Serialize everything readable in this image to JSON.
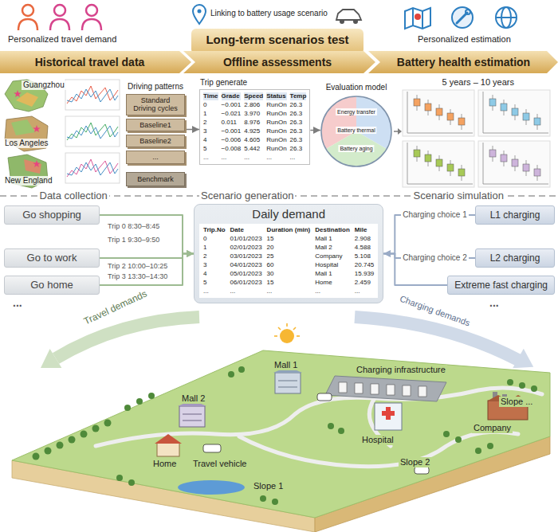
{
  "diagram": {
    "nodes": [
      {
        "text": [
          "Historical travel data"
        ]
      },
      {
        "text": [
          "Long-term scenarios test",
          "Offline assessments"
        ]
      },
      {
        "text": [
          "Battery health estimation"
        ]
      },
      {
        "text": [
          "Driving patterns",
          "Standard Driving cycles",
          "Baseline1",
          "Baseline2",
          "..."
        ]
      },
      {
        "text": [
          "Benchmark"
        ]
      },
      {
        "text": [
          "Trip generate",
          "Time",
          "Grade",
          "Speed",
          "Status",
          "Temp",
          "0",
          "−0.001",
          "2.806",
          "RunOn",
          "26.3",
          "1",
          "−0.021",
          "3.970",
          "RunOn",
          "26.3",
          "2",
          "0.011",
          "8.976",
          "RunOn",
          "26.3",
          "3",
          "−0.001",
          "4.925",
          "RunOn",
          "26.3",
          "4",
          "−0.006",
          "4.605",
          "RunOn",
          "26.3",
          "5",
          "−0.008",
          "5.442",
          "RunOn",
          "26.3",
          "...",
          "...",
          "...",
          "...",
          "..."
        ]
      },
      {
        "text": [
          "Evaluation model",
          "Energy transfer",
          "Battery thermal",
          "Battery aging"
        ]
      },
      {
        "text": [
          "Go shopping"
        ]
      },
      {
        "text": [
          "Go to work"
        ]
      },
      {
        "text": [
          "Go home"
        ]
      },
      {
        "text": [
          "Daily demand",
          "Trip.No",
          "Date",
          "Duration (min)",
          "Destination",
          "Mile",
          "0",
          "01/01/2023",
          "15",
          "Mall 1",
          "2.908",
          "1",
          "02/01/2023",
          "20",
          "Mall 2",
          "4.588",
          "2",
          "03/01/2023",
          "25",
          "Company",
          "5.108",
          "3",
          "04/01/2023",
          "60",
          "Hospital",
          "20.745",
          "4",
          "05/01/2023",
          "30",
          "Mall 1",
          "15.939",
          "5",
          "06/01/2023",
          "15",
          "Home",
          "2.459",
          "...",
          "...",
          "...",
          "...",
          "..."
        ]
      },
      {
        "text": [
          "L1 charging"
        ]
      },
      {
        "text": [
          "L2 charging"
        ]
      },
      {
        "text": [
          "Extreme fast charging"
        ]
      }
    ],
    "edges": [
      {
        "from": 3,
        "to": 5,
        "arrow": "to"
      },
      {
        "from": 5,
        "to": 6,
        "arrow": "to"
      },
      {
        "from": 7,
        "to": 10,
        "arrow": "to"
      },
      {
        "from": 8,
        "to": 10,
        "arrow": "to"
      },
      {
        "from": 9,
        "to": 10,
        "arrow": "to"
      },
      {
        "from": 11,
        "to": 10,
        "label": "Charging choice 1",
        "arrow": "to"
      },
      {
        "from": 12,
        "to": 10,
        "label": "Charging choice 2",
        "arrow": "to"
      },
      {
        "from": 13,
        "to": 10,
        "arrow": "to"
      }
    ],
    "labels": [
      "Personalized travel demand",
      "Linking to battery usage scenario",
      "Personalized estimation",
      "Guangzhou",
      "Los Angeles",
      "New England",
      "5 years – 10 years",
      "Data collection",
      "Scenario generation",
      "Scenario simulation",
      "Trip 0 8:30–8:45",
      "Trip 1 9:30–9:50",
      "Trip 2 10:00–10:25",
      "Trip 3 13:30–14:30",
      "...",
      "...",
      "Travel demands",
      "Charging demands",
      "Charging infrastructure",
      "Mall 1",
      "Mall 2",
      "Company",
      "Hospital",
      "Home",
      "Travel vehicle",
      "Slope 1",
      "Slope 2",
      "Slope ..."
    ]
  }
}
